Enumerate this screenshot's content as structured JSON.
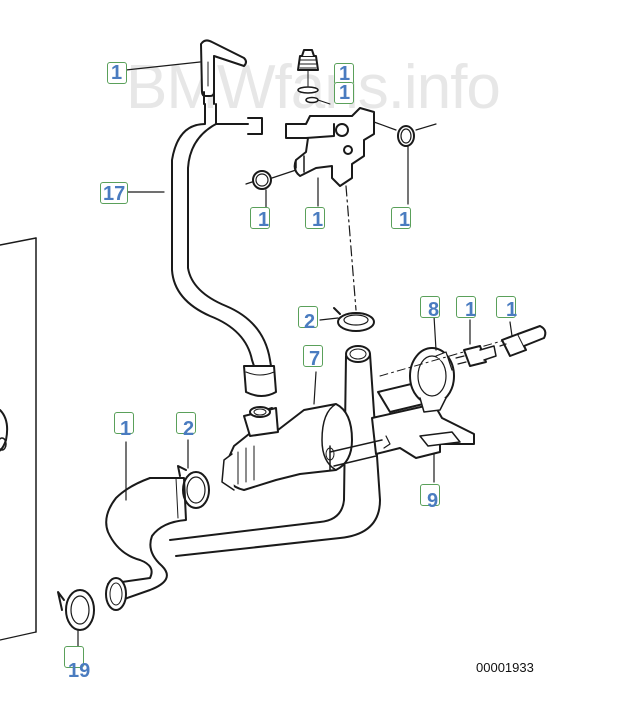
{
  "watermark": "BMWfans.info",
  "diagram_code": "00001933",
  "colors": {
    "callout_border": "#5aa05a",
    "callout_text": "#4a7cc0",
    "line": "#1a1a1a",
    "watermark": "#e7e7e7"
  },
  "callouts": [
    {
      "id": "c1",
      "label": "1"
    },
    {
      "id": "c2",
      "label": "1"
    },
    {
      "id": "c3",
      "label": "1"
    },
    {
      "id": "c4",
      "label": "17"
    },
    {
      "id": "c5",
      "label": "1"
    },
    {
      "id": "c6",
      "label": "1"
    },
    {
      "id": "c7",
      "label": "1"
    },
    {
      "id": "c8",
      "label": "2"
    },
    {
      "id": "c9",
      "label": "7"
    },
    {
      "id": "c10",
      "label": "8"
    },
    {
      "id": "c11",
      "label": "1"
    },
    {
      "id": "c12",
      "label": "1"
    },
    {
      "id": "c13",
      "label": "1"
    },
    {
      "id": "c14",
      "label": "2"
    },
    {
      "id": "c15",
      "label": "9"
    },
    {
      "id": "c16",
      "label": "19"
    }
  ]
}
